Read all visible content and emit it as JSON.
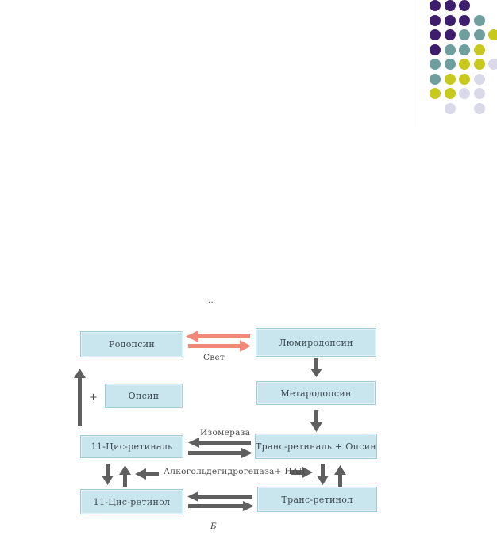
{
  "colors": {
    "purple": "#3f1d6e",
    "teal": "#6f9e9e",
    "yellow": "#c8c81e",
    "lavender": "#d9d9ea",
    "box_fill": "#c9e6ee",
    "arrow_gray": "#5f5f5f",
    "arrow_light": "#f28877"
  },
  "decor": {
    "dot_grid": [
      [
        "purple",
        "purple",
        "purple",
        null,
        null
      ],
      [
        "purple",
        "purple",
        "purple",
        "teal",
        null
      ],
      [
        "purple",
        "purple",
        "teal",
        "teal",
        "yellow"
      ],
      [
        "purple",
        "teal",
        "teal",
        "yellow",
        null
      ],
      [
        "teal",
        "teal",
        "yellow",
        "yellow",
        "lavender"
      ],
      [
        "teal",
        "yellow",
        "yellow",
        "lavender",
        null
      ],
      [
        "yellow",
        "yellow",
        "lavender",
        "lavender",
        null
      ],
      [
        null,
        "lavender",
        null,
        "lavender",
        null
      ]
    ]
  },
  "diagram": {
    "top_mark": "..",
    "boxes": {
      "rhodopsin": "Родопсин",
      "lumirhodopsin": "Люмиродопсин",
      "opsin": "Опсин",
      "metarhodopsin": "Метародопсин",
      "cis_retinal": "11-Цис-ретиналь",
      "trans_retinal_opsin": "Транс-ретиналь + Опсин",
      "cis_retinol": "11-Цис-ретинол",
      "trans_retinol": "Транс-ретинол"
    },
    "labels": {
      "light": "Свет",
      "plus": "+",
      "isomerase": "Изомераза",
      "adh_nad": "Алкогольдегидрогеназа+ НАД",
      "figure_letter": "Б"
    }
  }
}
